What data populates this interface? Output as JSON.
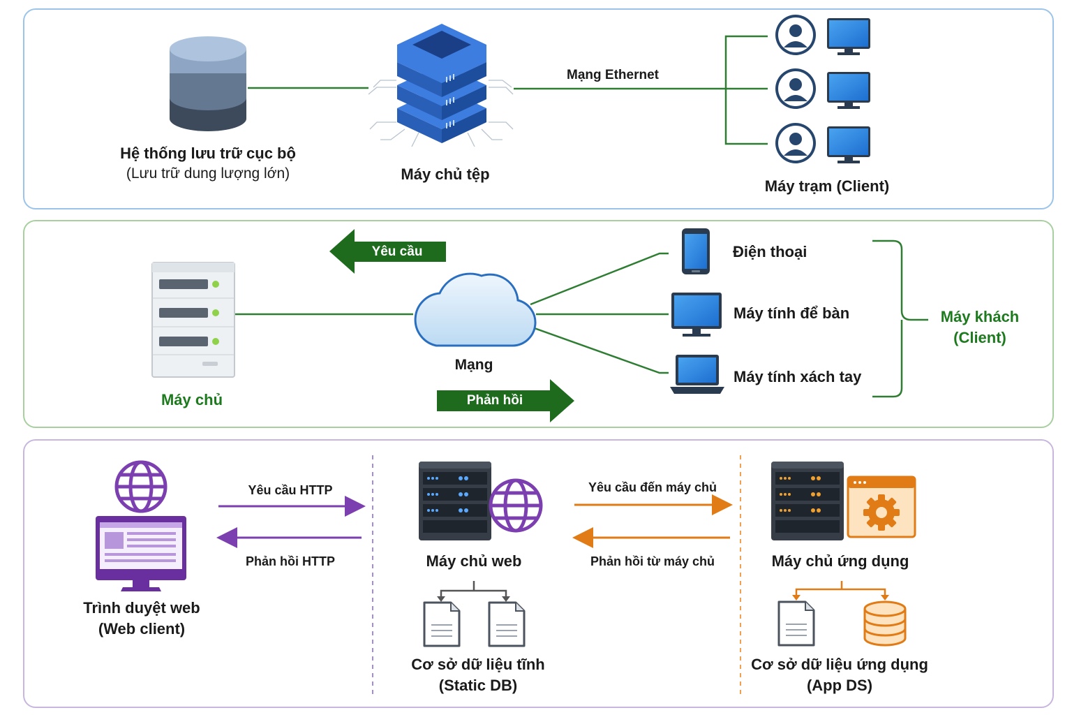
{
  "panel1": {
    "storage_title": "Hệ thống lưu trữ cục bộ",
    "storage_subtitle": "(Lưu trữ dung lượng lớn)",
    "file_server": "Máy chủ tệp",
    "network": "Mạng Ethernet",
    "clients": "Máy trạm (Client)"
  },
  "panel2": {
    "request": "Yêu cầu",
    "response": "Phản hồi",
    "server": "Máy chủ",
    "network": "Mạng",
    "phone": "Điện thoại",
    "desktop": "Máy tính để bàn",
    "laptop": "Máy tính xách tay",
    "client_group_line1": "Máy khách",
    "client_group_line2": "(Client)"
  },
  "panel3": {
    "browser_line1": "Trình duyệt web",
    "browser_line2": "(Web client)",
    "http_request": "Yêu cầu HTTP",
    "http_response": "Phản hồi HTTP",
    "web_server": "Máy chủ web",
    "static_db_line1": "Cơ sở dữ liệu tĩnh",
    "static_db_line2": "(Static DB)",
    "server_request": "Yêu cầu đến máy chủ",
    "server_response": "Phản hồi từ máy chủ",
    "app_server": "Máy chủ ứng dụng",
    "app_ds_line1": "Cơ sở dữ liệu ứng dụng",
    "app_ds_line2": "(App DS)"
  },
  "colors": {
    "panel1_border": "#9cc4ea",
    "panel2_border": "#a7cf9f",
    "panel3_border": "#c8b6de",
    "green": "#1e7a1e",
    "purple": "#7b3fb0",
    "orange": "#e07b16",
    "blue": "#2f6fd1"
  },
  "icons": [
    "database-icon",
    "server-stack-icon",
    "user-icon",
    "monitor-icon",
    "server-tower-icon",
    "cloud-icon",
    "phone-icon",
    "laptop-icon",
    "globe-icon",
    "browser-monitor-icon",
    "rack-server-icon",
    "document-icon",
    "gear-window-icon",
    "cylinder-db-icon"
  ]
}
